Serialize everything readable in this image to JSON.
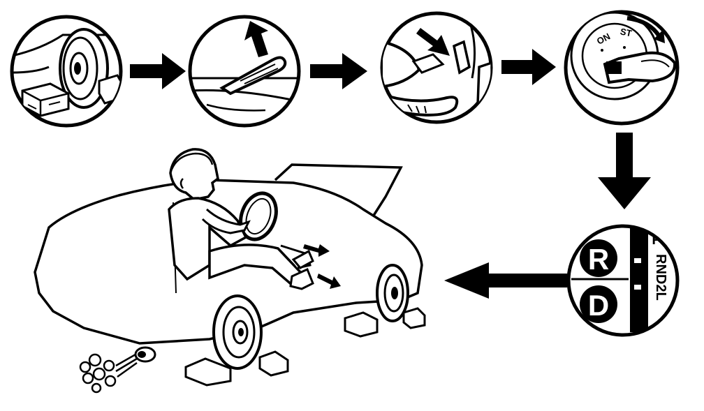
{
  "diagram": {
    "steps": [
      {
        "id": "step-1",
        "icon": "wheel-chock-icon"
      },
      {
        "id": "step-2",
        "icon": "parking-brake-icon"
      },
      {
        "id": "step-3",
        "icon": "brake-pedal-icon"
      },
      {
        "id": "step-4",
        "icon": "ignition-key-icon"
      },
      {
        "id": "step-5",
        "icon": "gear-selector-icon"
      },
      {
        "id": "step-6",
        "icon": "driver-in-car-icon"
      }
    ],
    "ignition": {
      "on_label": "ON",
      "start_label": "ST"
    },
    "selector": {
      "button_r": "R",
      "button_d": "D",
      "gate_p": "P",
      "gate_list": "RND2L"
    },
    "colors": {
      "ink": "#000000",
      "paper": "#ffffff"
    }
  }
}
